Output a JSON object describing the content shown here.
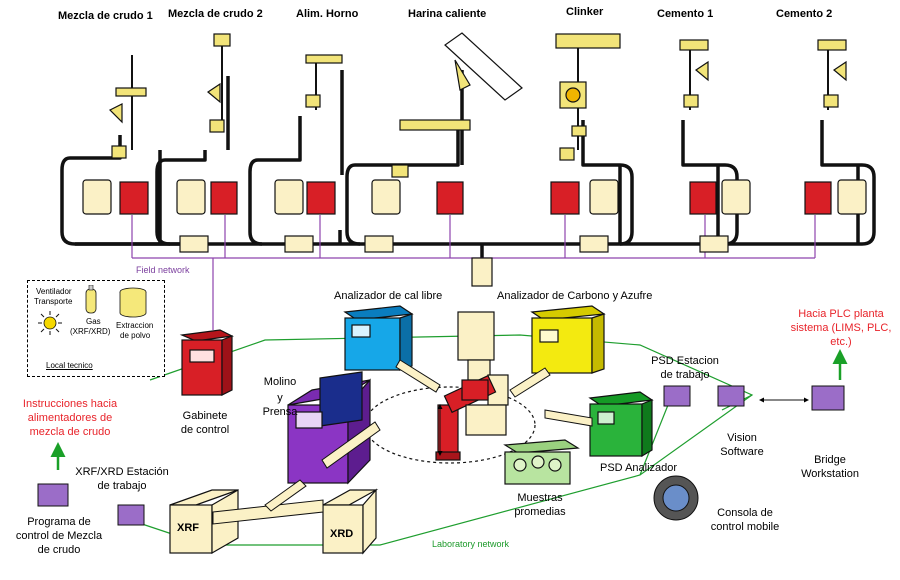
{
  "stations": {
    "s1": "Mezcla de crudo 1",
    "s2": "Mezcla de crudo 2",
    "s3": "Alim. Horno",
    "s4": "Harina caliente",
    "s5": "Clinker",
    "s6": "Cemento 1",
    "s7": "Cemento 2"
  },
  "networks": {
    "field": "Field network",
    "laboratory": "Laboratory network"
  },
  "legend": {
    "ventilador_l1": "Ventilador",
    "ventilador_l2": "Transporte",
    "gas_l1": "Gas",
    "gas_l2": "(XRF/XRD)",
    "extraccion_l1": "Extraccion",
    "extraccion_l2": "de polvo",
    "title": "Local tecnico"
  },
  "instruments": {
    "cal_libre": "Analizador de cal libre",
    "carbono_azufre": "Analizador de Carbono y Azufre",
    "molino_l1": "Molino",
    "molino_l2": "y",
    "molino_l3": "Prensa",
    "gabinete_l1": "Gabinete",
    "gabinete_l2": "de control",
    "xrf": "XRF",
    "xrd": "XRD",
    "muestras_l1": "Muestras",
    "muestras_l2": "promedias",
    "psd_analizador": "PSD Analizador"
  },
  "workstations": {
    "psd_estacion_l1": "PSD Estacion",
    "psd_estacion_l2": "de trabajo",
    "vision_l1": "Vision",
    "vision_l2": "Software",
    "bridge_l1": "Bridge",
    "bridge_l2": "Workstation",
    "consola_l1": "Consola de",
    "consola_l2": "control mobile",
    "xrf_xrd_l1": "XRF/XRD Estación",
    "xrf_xrd_l2": "de trabajo",
    "programa_l1": "Programa de",
    "programa_l2": "control de Mezcla",
    "programa_l3": "de crudo"
  },
  "notes": {
    "instrucciones_l1": "Instrucciones  hacia",
    "instrucciones_l2": "alimentadores de",
    "instrucciones_l3": "mezcla de crudo",
    "plc_l1": "Hacia PLC planta",
    "plc_l2": "sistema (LIMS, PLC,",
    "plc_l3": "etc.)"
  },
  "colors": {
    "red_panel": "#d81f26",
    "network_purple": "#8e44ad",
    "lab_green": "#1e9e2e",
    "note_red": "#e8232a",
    "arrow_green": "#1aa028"
  }
}
